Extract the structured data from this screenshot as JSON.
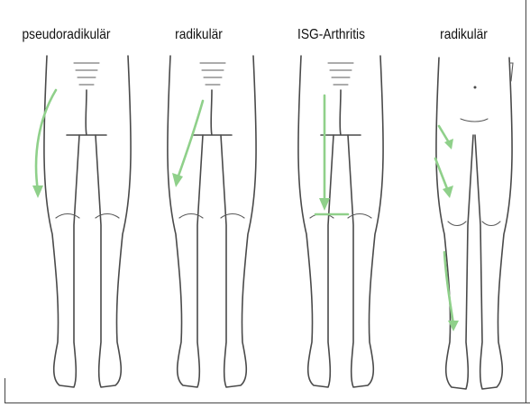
{
  "panels": [
    {
      "label": "pseudoradikulär"
    },
    {
      "label": "radikulär"
    },
    {
      "label": "ISG-Arthritis"
    },
    {
      "label": "radikulär"
    }
  ],
  "colors": {
    "arrow": "#8fd08a",
    "outline": "#4a4a4a"
  }
}
